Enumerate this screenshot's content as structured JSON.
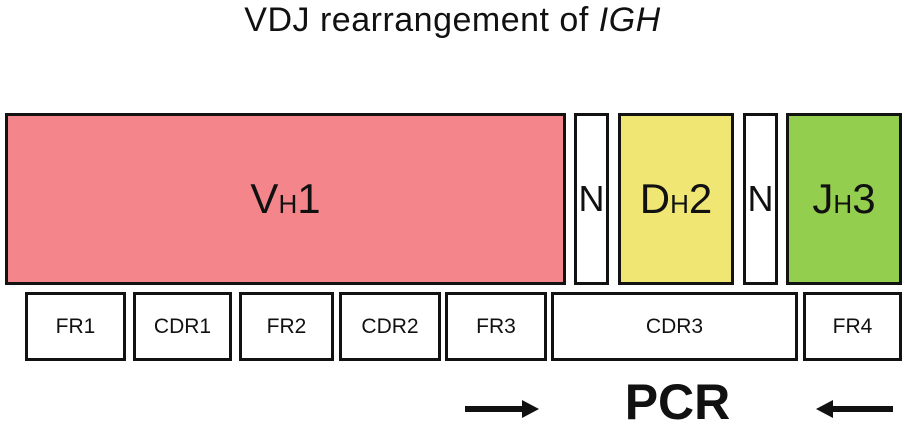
{
  "title": {
    "text": "VDJ rearrangement of",
    "gene_symbol": "IGH"
  },
  "gene_row": {
    "segments": [
      {
        "main": "V",
        "sub": "H",
        "num": "1",
        "bg": "#F4868B"
      },
      {
        "main": "N",
        "bg": "#FFFFFF"
      },
      {
        "main": "D",
        "sub": "H",
        "num": "2",
        "bg": "#F0E673"
      },
      {
        "main": "N",
        "bg": "#FFFFFF"
      },
      {
        "main": "J",
        "sub": "H",
        "num": "3",
        "bg": "#93CE4F"
      }
    ]
  },
  "region_row": {
    "labels": [
      "FR1",
      "CDR1",
      "FR2",
      "CDR2",
      "FR3",
      "CDR3",
      "FR4"
    ]
  },
  "pcr": {
    "label": "PCR",
    "forward_icon": "right-arrow",
    "reverse_icon": "left-arrow"
  },
  "colors": {
    "v_segment": "#F4868B",
    "d_segment": "#F0E673",
    "j_segment": "#93CE4F",
    "n_region": "#FFFFFF",
    "outline": "#121212"
  }
}
